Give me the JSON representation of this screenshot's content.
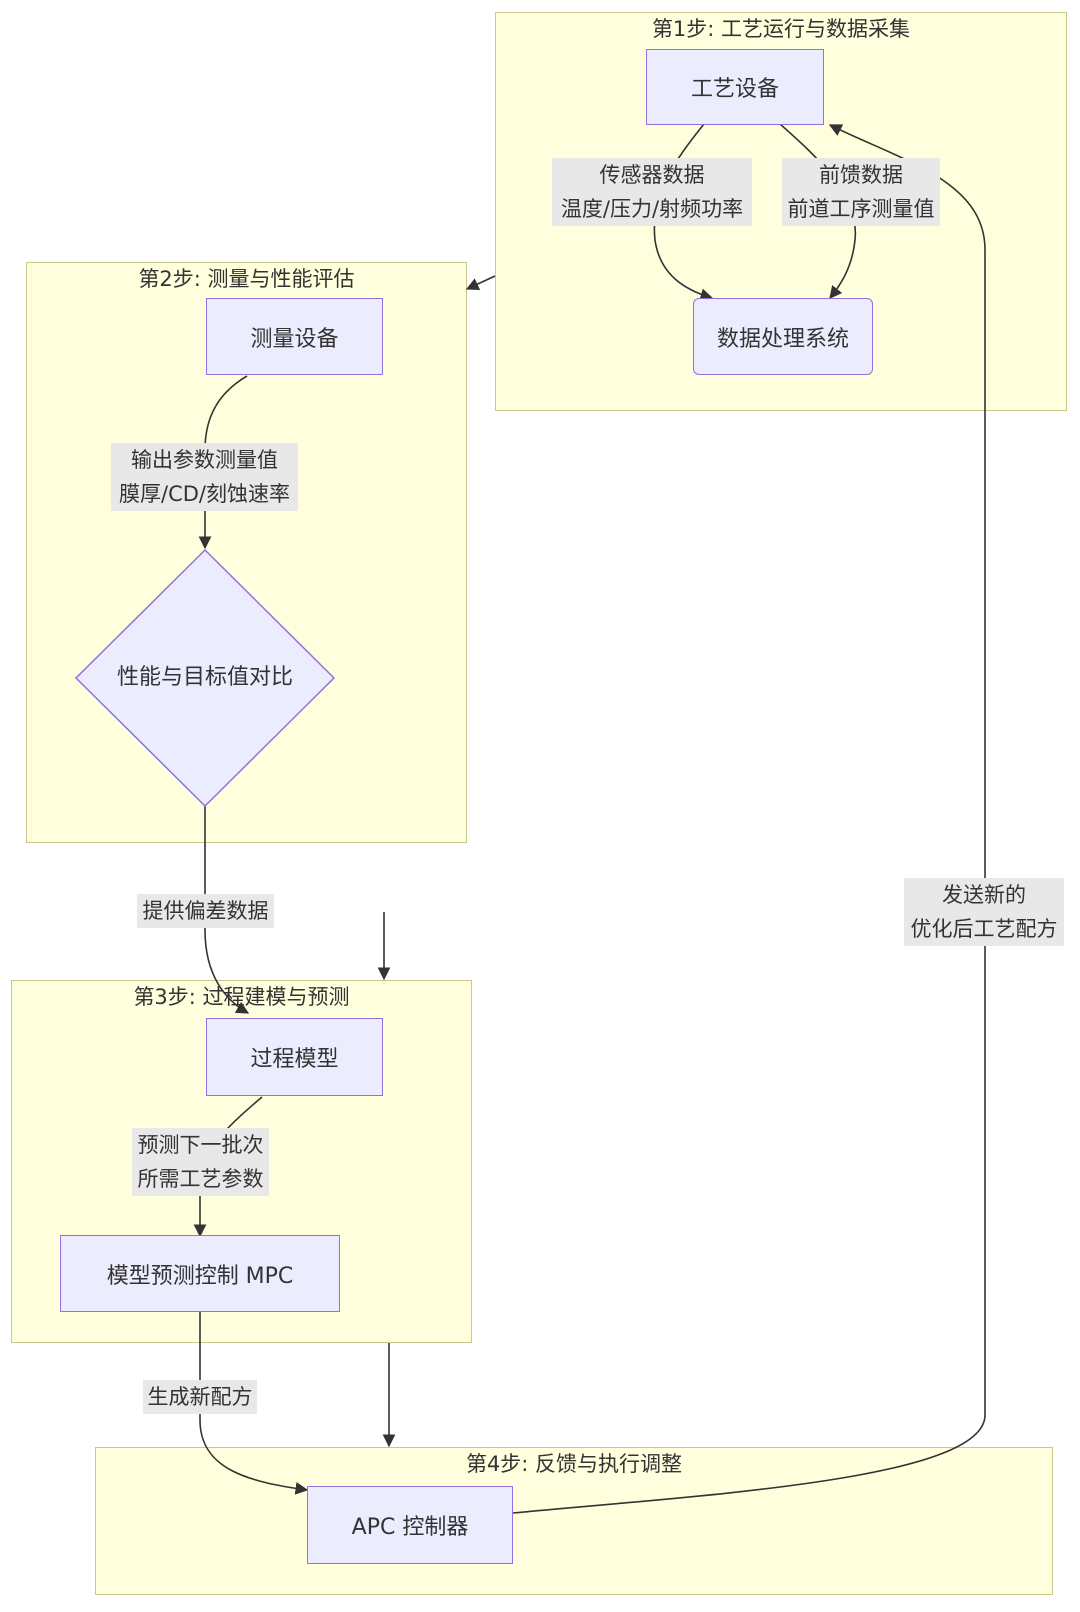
{
  "clusters": {
    "step1": "第1步: 工艺运行与数据采集",
    "step2": "第2步: 测量与性能评估",
    "step3": "第3步: 过程建模与预测",
    "step4": "第4步: 反馈与执行调整"
  },
  "nodes": {
    "process_equipment": "工艺设备",
    "data_processing": "数据处理系统",
    "metrology_equipment": "测量设备",
    "compare_decision": "性能与目标值对比",
    "process_model": "过程模型",
    "mpc": "模型预测控制 MPC",
    "apc_controller": "APC 控制器"
  },
  "edge_labels": {
    "sensor_data": [
      "传感器数据",
      "温度/压力/射频功率"
    ],
    "feedforward_data": [
      "前馈数据",
      "前道工序测量值"
    ],
    "output_measurement": [
      "输出参数测量值",
      "膜厚/CD/刻蚀速率"
    ],
    "deviation_data": [
      "提供偏差数据"
    ],
    "predict_next": [
      "预测下一批次",
      "所需工艺参数"
    ],
    "new_recipe": [
      "生成新配方"
    ],
    "send_recipe": [
      "发送新的",
      "优化后工艺配方"
    ]
  },
  "colors": {
    "cluster_fill": "#ffffde",
    "cluster_border": "#c9c98e",
    "node_fill": "#ececff",
    "node_border": "#9370db",
    "edge": "#333333",
    "label_bg": "#e8e8e8"
  }
}
